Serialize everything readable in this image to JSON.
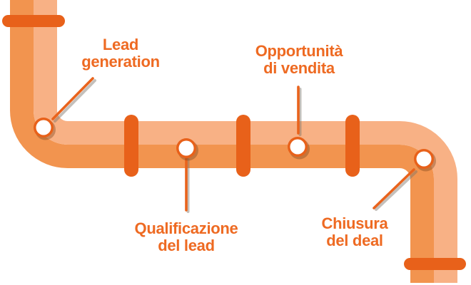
{
  "diagram": {
    "kind": "sales-pipeline-pipe",
    "stages": [
      {
        "id": "lead-generation",
        "label": "Lead\ngeneration"
      },
      {
        "id": "qualificazione-del-lead",
        "label": "Qualificazione\ndel lead"
      },
      {
        "id": "opportunita-di-vendita",
        "label": "Opportunità\ndi vendita"
      },
      {
        "id": "chiusura-del-deal",
        "label": "Chiusura\ndel deal"
      }
    ],
    "colors": {
      "pipe_highlight": "#F8B185",
      "pipe_base": "#F2944F",
      "accent_deep": "#E8611A",
      "label_text": "#EE6A22",
      "port_fill": "#FFFFFF",
      "background": "#FFFFFF"
    }
  }
}
